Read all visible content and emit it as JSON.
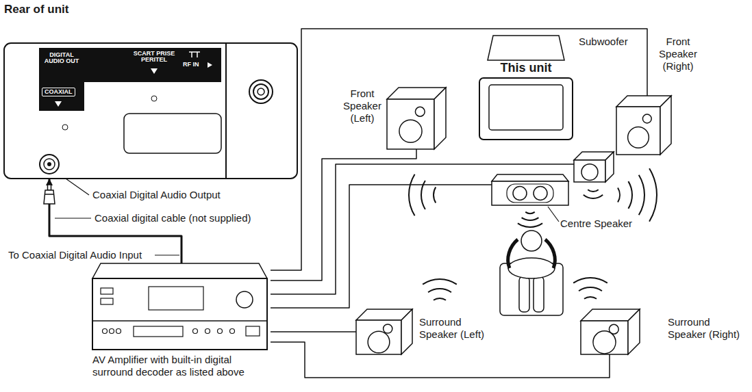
{
  "diagram": {
    "title": "Rear of unit",
    "nodes": [
      {
        "text": [
          "DIGITAL AUDIO OUT",
          "COAXIAL",
          "SCART PRISE PERITEL",
          "RF IN"
        ]
      },
      {
        "text": [
          "Front Speaker (Left)"
        ]
      },
      {
        "text": [
          "This unit"
        ]
      },
      {
        "text": [
          "Subwoofer"
        ]
      },
      {
        "text": [
          "Front Speaker (Right)"
        ]
      },
      {
        "text": [
          "Centre Speaker"
        ]
      },
      {
        "text": [
          "AV Amplifier with built-in digital surround decoder as listed above"
        ]
      },
      {
        "text": [
          "Surround Speaker (Left)"
        ]
      },
      {
        "text": [
          "Surround Speaker (Right)"
        ]
      }
    ],
    "edges": [
      {
        "from": 6,
        "to": 0,
        "arrow": "to"
      },
      {
        "from": 6,
        "to": 1,
        "arrow": "none"
      },
      {
        "from": 6,
        "to": 3,
        "arrow": "none"
      },
      {
        "from": 6,
        "to": 4,
        "arrow": "none"
      },
      {
        "from": 6,
        "to": 5,
        "arrow": "none"
      },
      {
        "from": 6,
        "to": 7,
        "arrow": "none"
      },
      {
        "from": 6,
        "to": 8,
        "arrow": "none"
      }
    ],
    "labels": [
      "Coaxial Digital Audio Output",
      "Coaxial digital cable (not supplied)",
      "To Coaxial Digital Audio Input"
    ]
  }
}
